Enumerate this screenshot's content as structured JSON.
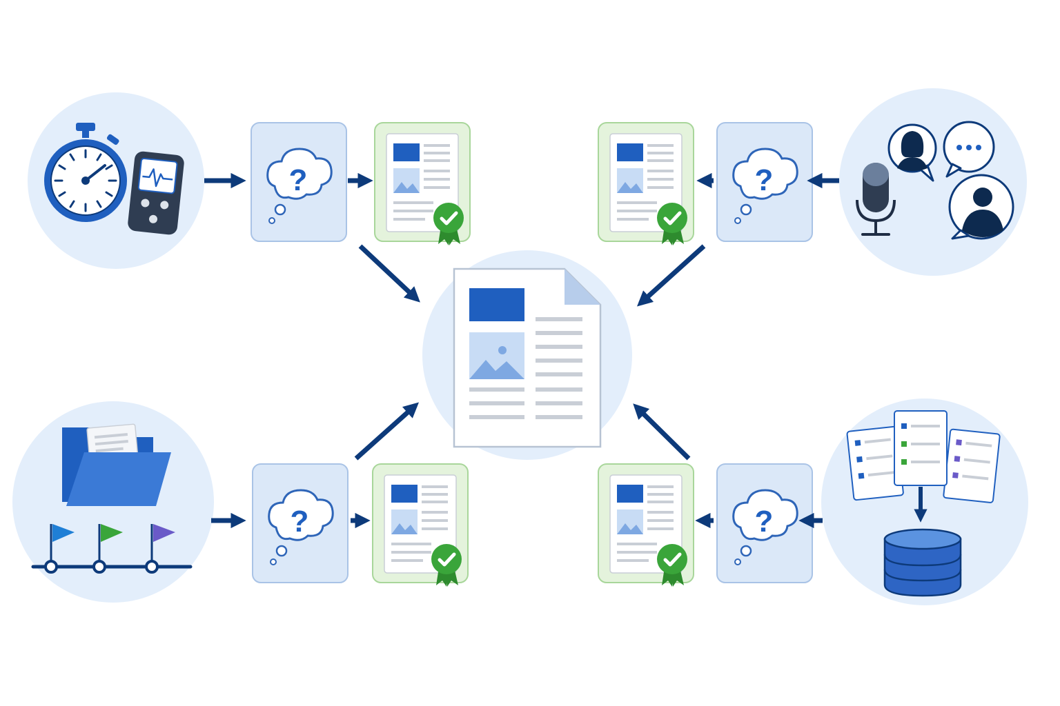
{
  "colors": {
    "navy": "#0d3a7a",
    "blue": "#1f5fbf",
    "light_blue": "#e3eefb",
    "panel_blue": "#dbe8f8",
    "panel_green": "#e4f3dc",
    "green": "#3aa53a",
    "line_gray": "#c9ced6"
  },
  "sources": [
    {
      "name": "time-measurement-source",
      "icons": [
        "stopwatch-icon",
        "heart-monitor-device-icon"
      ]
    },
    {
      "name": "conversation-source",
      "icons": [
        "microphone-icon",
        "person-speech-bubble-icon",
        "chat-bubble-icon"
      ]
    },
    {
      "name": "project-timeline-source",
      "icons": [
        "folder-icon",
        "milestone-flags-icon"
      ]
    },
    {
      "name": "database-source",
      "icons": [
        "list-documents-icon",
        "database-icon"
      ]
    }
  ],
  "question_glyph": "?",
  "center_icon": "document-report-icon"
}
